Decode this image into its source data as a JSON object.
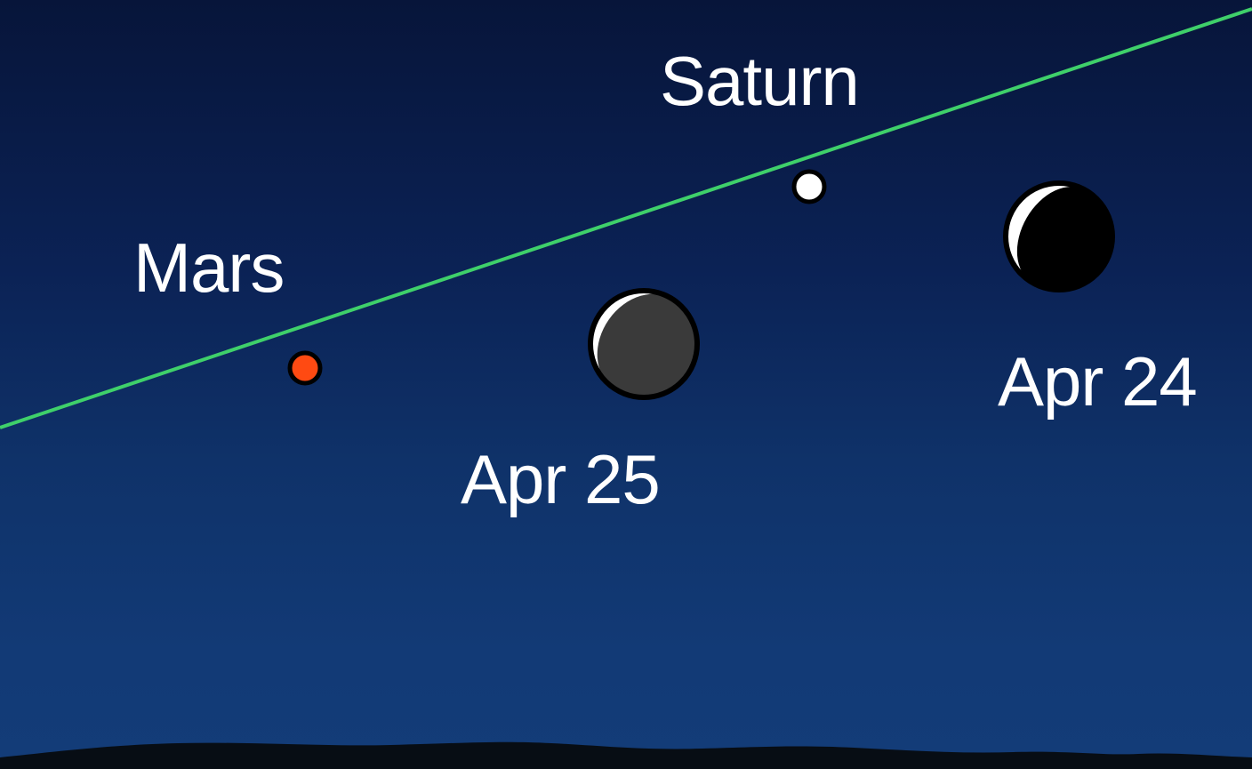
{
  "labels": {
    "saturn": "Saturn",
    "mars": "Mars",
    "moon_apr25": "Apr 25",
    "moon_apr24": "Apr 24"
  },
  "colors": {
    "sky_top": "#07153a",
    "sky_bottom": "#133c78",
    "ecliptic_line": "#3fd06a",
    "mars": "#ff4a12",
    "saturn": "#ffffff",
    "moon_lit": "#ffffff",
    "moon_apr25_dark": "#3a3a3a",
    "moon_apr24_dark": "#000000",
    "horizon": "#070d14"
  },
  "objects": [
    "ecliptic-line",
    "mars-dot",
    "saturn-dot",
    "moon-apr25",
    "moon-apr24",
    "horizon-silhouette"
  ]
}
